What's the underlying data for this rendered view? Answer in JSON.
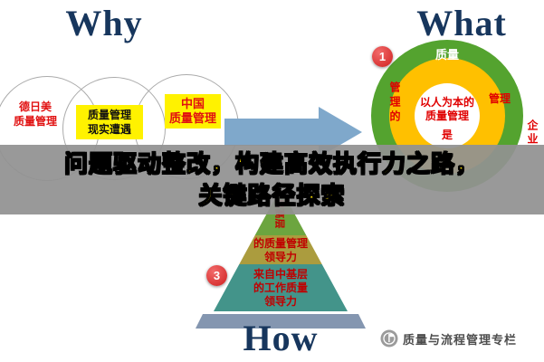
{
  "headings": {
    "why": "Why",
    "what": "What",
    "how": "How"
  },
  "banner": {
    "line1": "问题驱动整改，构建高效执行力之路，",
    "line2": "关键路径探索"
  },
  "venn": {
    "left": {
      "line1": "德日美",
      "line2": "质量管理"
    },
    "middle": {
      "line1": "质量管理",
      "line2": "现实遭遇"
    },
    "right": {
      "line1": "中国",
      "line2": "质量管理"
    }
  },
  "donut": {
    "badge": "1",
    "top": "质量",
    "left_vertical": "管理的",
    "right": "管理",
    "center_line1": "以人为本的",
    "center_line2": "质量管理",
    "center_bottom": "是",
    "edge_vertical": "企业"
  },
  "pyramid": {
    "badge": "3",
    "top_vertical": "来自高层",
    "mid_line1": "的质量管理",
    "mid_line2": "领导力",
    "bottom_line1": "来自中基层",
    "bottom_line2": "的工作质量",
    "bottom_line3": "领导力"
  },
  "footer": {
    "brand": "质量与流程管理专栏"
  },
  "colors": {
    "heading_navy": "#17365D",
    "banner_text_yellow": "#FFE100",
    "accent_red": "#E11010",
    "highlight_yellow": "#FFF200",
    "arrow_blue": "#7FA8CB",
    "donut_green": "#54A32F",
    "donut_yellow": "#FFC000",
    "pyramid_green": "#6CA53F",
    "pyramid_olive": "#AB9C3E",
    "pyramid_teal": "#43948A",
    "pyramid_base_slate": "#8496B0",
    "badge_red": "#CF1F1F"
  }
}
